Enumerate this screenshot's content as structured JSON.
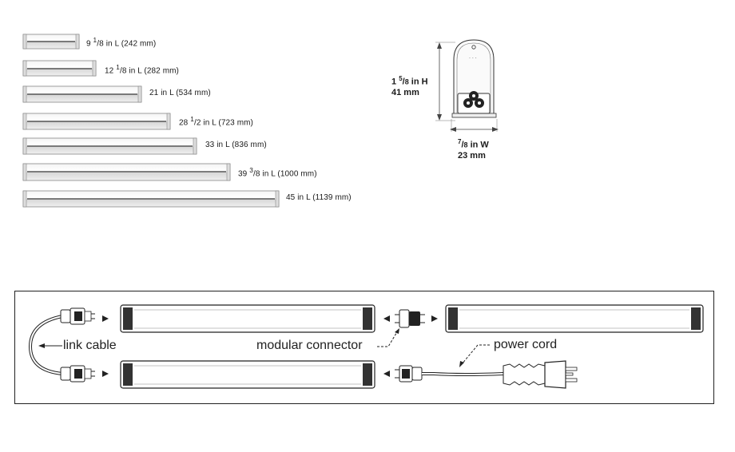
{
  "fixtures": [
    {
      "label_main": "9 ",
      "label_frac_num": "1",
      "label_frac_den": "8",
      "label_rest": " in L (242 mm)"
    },
    {
      "label_main": "12 ",
      "label_frac_num": "1",
      "label_frac_den": "8",
      "label_rest": " in L (282 mm)"
    },
    {
      "label_main": "21 in L (534 mm)",
      "label_frac_num": "",
      "label_frac_den": "",
      "label_rest": ""
    },
    {
      "label_main": "28 ",
      "label_frac_num": "1",
      "label_frac_den": "2",
      "label_rest": " in L (723 mm)"
    },
    {
      "label_main": "33 in L (836 mm)",
      "label_frac_num": "",
      "label_frac_den": "",
      "label_rest": ""
    },
    {
      "label_main": "39 ",
      "label_frac_num": "3",
      "label_frac_den": "8",
      "label_rest": " in L (1000 mm)"
    },
    {
      "label_main": "45 in L (1139 mm)",
      "label_frac_num": "",
      "label_frac_den": "",
      "label_rest": ""
    }
  ],
  "end_view": {
    "height_frac_whole": "1",
    "height_frac_num": "5",
    "height_frac_den": "8",
    "height_unit": " in H",
    "height_mm": "41 mm",
    "width_frac_num": "7",
    "width_frac_den": "8",
    "width_unit": " in W",
    "width_mm": "23 mm"
  },
  "connection_diagram": {
    "link_cable_label": "link cable",
    "modular_connector_label": "modular connector",
    "power_cord_label": "power cord"
  }
}
